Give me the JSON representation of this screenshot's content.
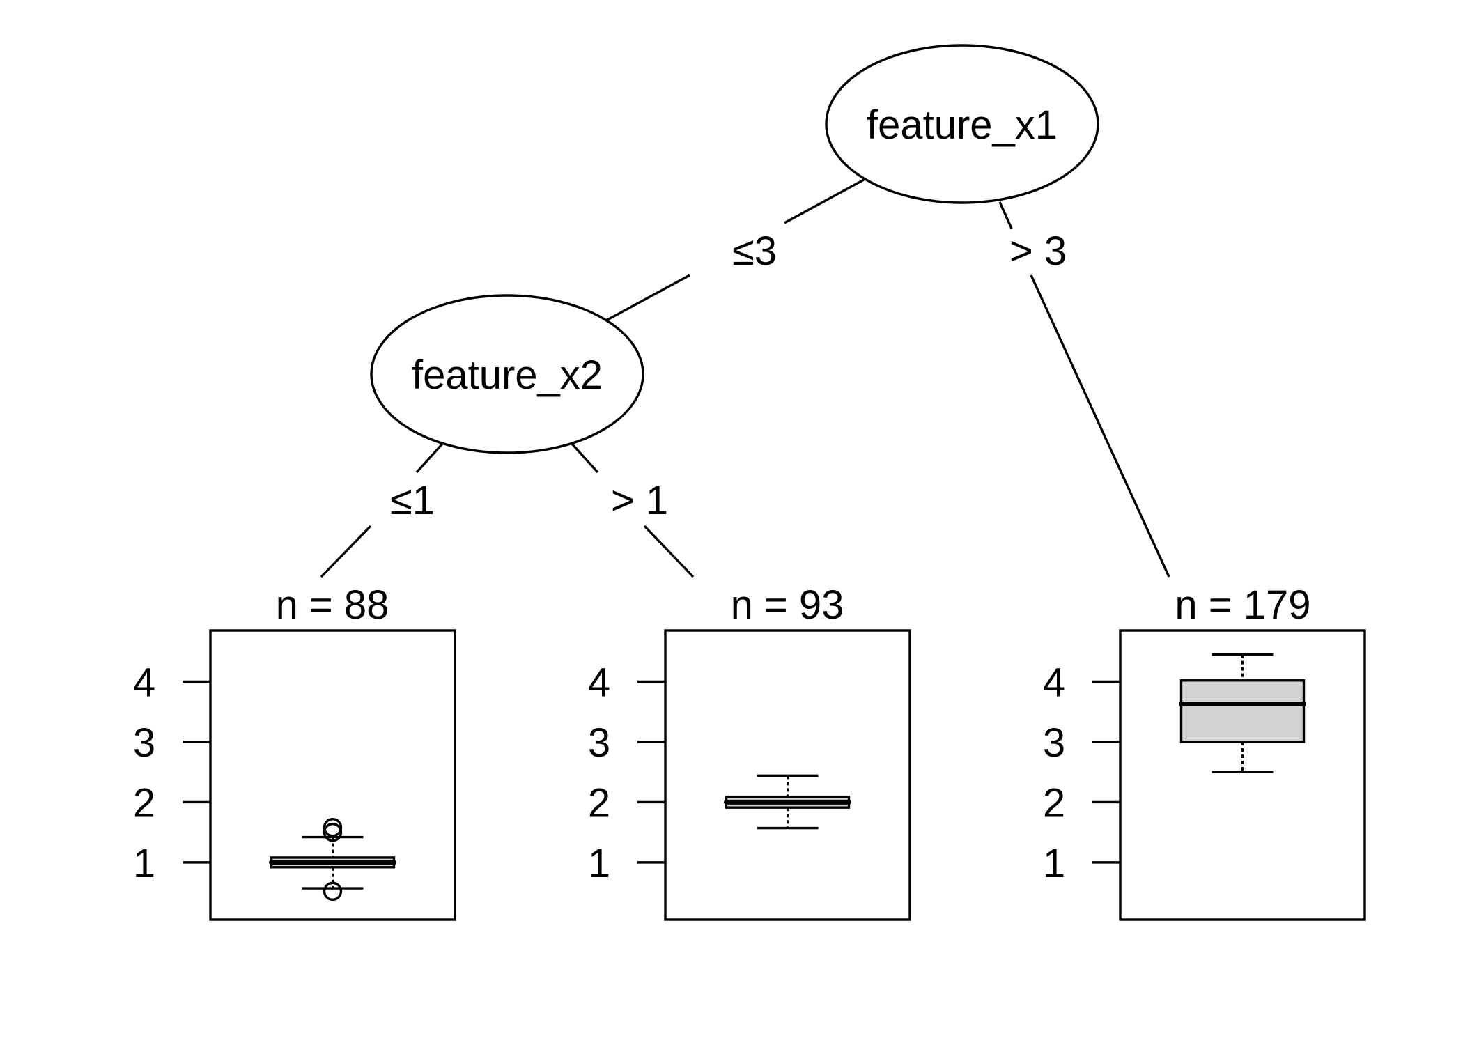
{
  "tree": {
    "inner_nodes": [
      {
        "id": "root",
        "label": "feature_x1"
      },
      {
        "id": "left",
        "label": "feature_x2"
      }
    ],
    "edges": [
      {
        "from": "root",
        "to": "left",
        "label": "≤3"
      },
      {
        "from": "root",
        "to": "leaf3",
        "label": "> 3"
      },
      {
        "from": "left",
        "to": "leaf1",
        "label": "≤1"
      },
      {
        "from": "left",
        "to": "leaf2",
        "label": "> 1"
      }
    ]
  },
  "leaf_axis": {
    "ticks": [
      1,
      2,
      3,
      4
    ],
    "tick_labels": [
      "1",
      "2",
      "3",
      "4"
    ],
    "range": [
      0.05,
      4.85
    ]
  },
  "leaves": [
    {
      "id": "leaf1",
      "n_label": "n = 88",
      "box": {
        "whisker_low": 0.57,
        "q1": 0.92,
        "median": 1.0,
        "q3": 1.08,
        "whisker_high": 1.42
      },
      "outliers": [
        0.52,
        1.5,
        1.58
      ]
    },
    {
      "id": "leaf2",
      "n_label": "n = 93",
      "box": {
        "whisker_low": 1.57,
        "q1": 1.91,
        "median": 2.0,
        "q3": 2.09,
        "whisker_high": 2.44
      },
      "outliers": []
    },
    {
      "id": "leaf3",
      "n_label": "n = 179",
      "box": {
        "whisker_low": 2.5,
        "q1": 3.0,
        "median": 3.63,
        "q3": 4.02,
        "whisker_high": 4.45
      },
      "outliers": []
    }
  ]
}
